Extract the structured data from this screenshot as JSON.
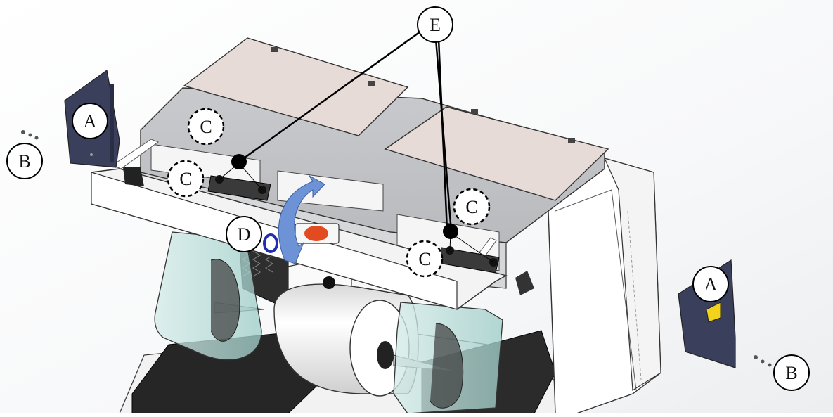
{
  "callouts": {
    "a_left": "A",
    "a_right": "A",
    "b_left": "B",
    "b_right": "B",
    "c_1": "C",
    "c_2": "C",
    "c_3": "C",
    "c_4": "C",
    "d": "D",
    "e": "E"
  },
  "colors": {
    "panel": "#3a3f5c",
    "lid": "#e6dbd7",
    "shield": "#bfe0dc",
    "arrow": "#6d93d6",
    "knob": "#1f2fb0",
    "button": "#e24a1f",
    "warning": "#f2d21a"
  }
}
